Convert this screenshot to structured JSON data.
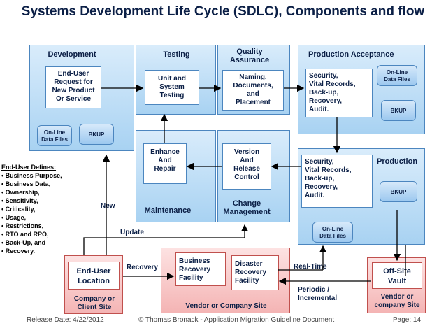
{
  "title": "Systems Development Life Cycle (SDLC), Components and flow",
  "development": {
    "title": "Development",
    "request": [
      "End-User",
      "Request for",
      "New Product",
      "Or Service"
    ],
    "online_callout": [
      "On-Line",
      "Data Files"
    ],
    "bkup_callout": "BKUP"
  },
  "testing": {
    "title": "Testing",
    "box": [
      "Unit and",
      "System",
      "Testing"
    ]
  },
  "qa": {
    "title": [
      "Quality",
      "Assurance"
    ],
    "box": [
      "Naming,",
      "Documents,",
      "and",
      "Placement"
    ]
  },
  "prod_acceptance": {
    "title": "Production Acceptance",
    "box": [
      "Security,",
      "Vital Records,",
      "Back-up,",
      "Recovery,",
      "Audit."
    ],
    "online_callout": [
      "On-Line",
      "Data Files"
    ],
    "bkup_callout": "BKUP"
  },
  "maintenance": {
    "title": "Maintenance",
    "box": [
      "Enhance",
      "And",
      "Repair"
    ]
  },
  "change_mgmt": {
    "title": [
      "Change",
      "Management"
    ],
    "box": [
      "Version",
      "And",
      "Release",
      "Control"
    ]
  },
  "production": {
    "title": "Production",
    "box": [
      "Security,",
      "Vital Records,",
      "Back-up,",
      "Recovery,",
      "Audit."
    ],
    "online_callout": [
      "On-Line",
      "Data Files"
    ],
    "bkup_callout": "BKUP"
  },
  "end_user_defines": {
    "heading": "End-User Defines:",
    "items": [
      "Business Purpose,",
      "Business Data,",
      "Ownership,",
      "Sensitivity,",
      "Criticality,",
      "Usage,",
      "Restrictions,",
      "RTO and RPO,",
      "Back-Up, and",
      "Recovery."
    ]
  },
  "flow_labels": {
    "new": "New",
    "update": "Update",
    "recovery": "Recovery",
    "real_time": "Real-Time",
    "periodic": [
      "Periodic /",
      "Incremental"
    ]
  },
  "client_site": {
    "box": [
      "End-User",
      "Location"
    ],
    "caption": [
      "Company or",
      "Client Site"
    ]
  },
  "vendor_site": {
    "business_recovery": [
      "Business",
      "Recovery",
      "Facility"
    ],
    "disaster_recovery": [
      "Disaster",
      "Recovery",
      "Facility"
    ],
    "caption": "Vendor or Company Site"
  },
  "vault": {
    "box": [
      "Off-Site",
      "Vault"
    ],
    "caption": [
      "Vendor or",
      "company Site"
    ]
  },
  "footer": {
    "release_date": "Release Date: 4/22/2012",
    "copyright": "© Thomas Bronack - Application Migration Guideline Document",
    "page": "Page:  14"
  }
}
